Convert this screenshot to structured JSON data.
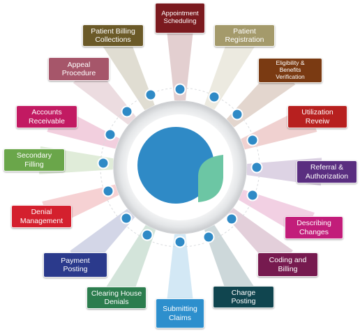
{
  "diagram": {
    "steps": [
      {
        "label": "Appointment\nScheduling",
        "color": "#7b1a1f"
      },
      {
        "label": "Patient\nRegistration",
        "color": "#a49a6b"
      },
      {
        "label": "Eligibility &\nBenefits\nVerification",
        "color": "#7a3a12"
      },
      {
        "label": "Utilization\nReveiw",
        "color": "#b7201f"
      },
      {
        "label": "Referral &\nAuthorization",
        "color": "#5a2e80"
      },
      {
        "label": "Describing\nChanges",
        "color": "#c21d7a"
      },
      {
        "label": "Coding and\nBilling",
        "color": "#761a4f"
      },
      {
        "label": "Charge\nPosting",
        "color": "#10454f"
      },
      {
        "label": "Submitting\nClaims",
        "color": "#2d8fcd"
      },
      {
        "label": "Clearing House\nDenials",
        "color": "#2c7d4e"
      },
      {
        "label": "Payment\nPosting",
        "color": "#2b3a8c"
      },
      {
        "label": "Denial\nManagement",
        "color": "#d4202e"
      },
      {
        "label": "Secondary\nFilling",
        "color": "#6aa64a"
      },
      {
        "label": "Accounts\nReceivable",
        "color": "#c21a62"
      },
      {
        "label": "Appeal\nProcedure",
        "color": "#a6566a"
      },
      {
        "label": "Patient Billing\nCollections",
        "color": "#6b5a28"
      }
    ],
    "center": {
      "blue": "#2f8ac6",
      "green": "#6cc6a4"
    },
    "dot_color": "#2f8ac6"
  }
}
